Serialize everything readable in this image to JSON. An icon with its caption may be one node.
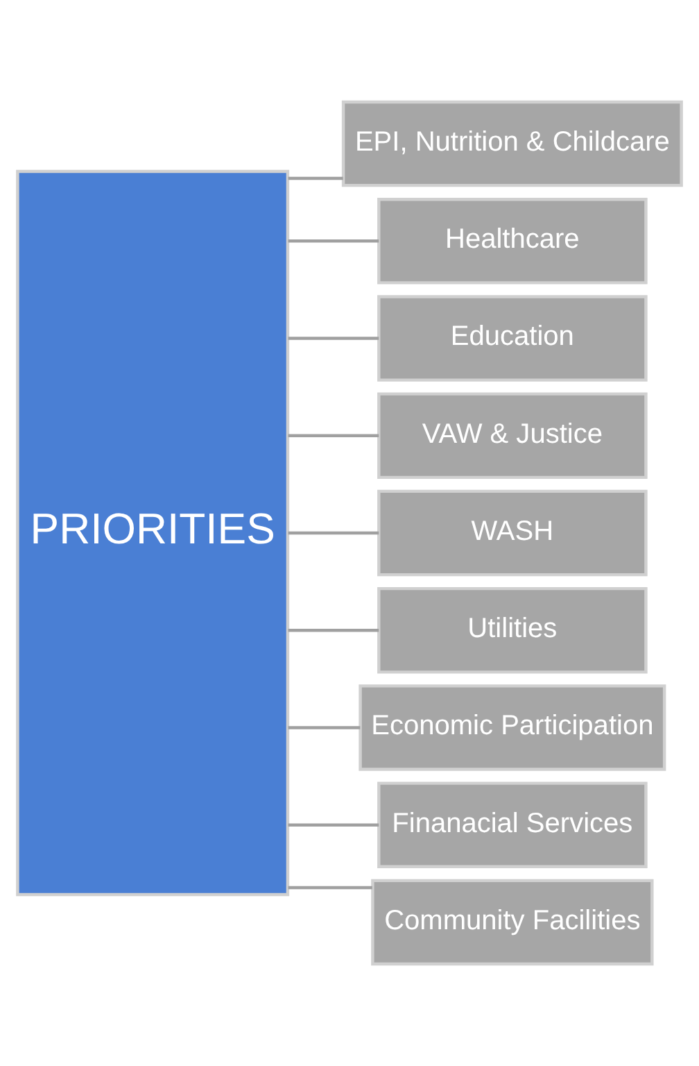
{
  "diagram": {
    "nodes": [
      {
        "text": [
          "PRIORITIES"
        ]
      },
      {
        "text": [
          "EPI, Nutrition & Childcare"
        ]
      },
      {
        "text": [
          "Healthcare"
        ]
      },
      {
        "text": [
          "Education"
        ]
      },
      {
        "text": [
          "VAW & Justice"
        ]
      },
      {
        "text": [
          "WASH"
        ]
      },
      {
        "text": [
          "Utilities"
        ]
      },
      {
        "text": [
          "Economic Participation"
        ]
      },
      {
        "text": [
          "Finanacial Services"
        ]
      },
      {
        "text": [
          "Community Facilities"
        ]
      }
    ],
    "edges": [
      {
        "from": 0,
        "to": 1,
        "arrow": "none"
      },
      {
        "from": 0,
        "to": 2,
        "arrow": "none"
      },
      {
        "from": 0,
        "to": 3,
        "arrow": "none"
      },
      {
        "from": 0,
        "to": 4,
        "arrow": "none"
      },
      {
        "from": 0,
        "to": 5,
        "arrow": "none"
      },
      {
        "from": 0,
        "to": 6,
        "arrow": "none"
      },
      {
        "from": 0,
        "to": 7,
        "arrow": "none"
      },
      {
        "from": 0,
        "to": 8,
        "arrow": "none"
      },
      {
        "from": 0,
        "to": 9,
        "arrow": "none"
      }
    ]
  }
}
